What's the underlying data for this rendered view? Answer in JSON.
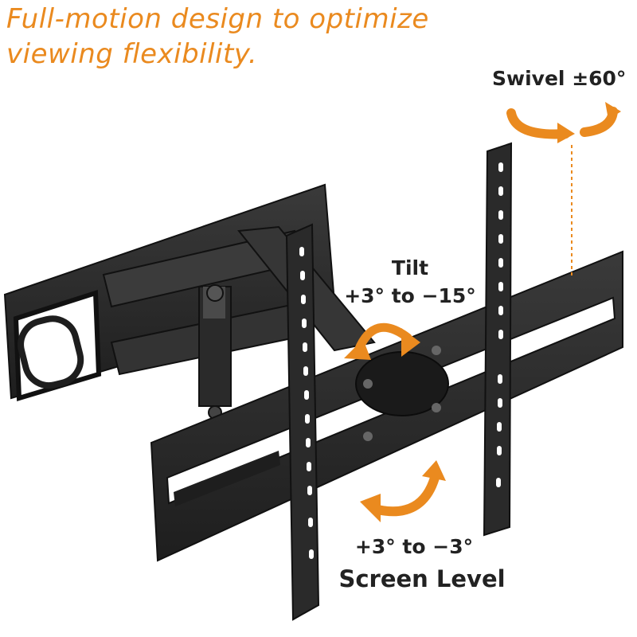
{
  "headline": {
    "line1": "Full-motion design to optimize",
    "line2": "viewing flexibility."
  },
  "labels": {
    "swivel": "Swivel ±60°",
    "tilt_title": "Tilt",
    "tilt_range": "+3° to −15°",
    "level_range": "+3° to −3°",
    "level_title": "Screen Level"
  },
  "colors": {
    "accent": "#ea8a1f",
    "metal": "#2b2b2b",
    "metal_light": "#4a4a4a",
    "text": "#222222"
  },
  "icons": [
    "swivel-arrow-icon",
    "tilt-arrow-icon",
    "level-arrow-icon"
  ]
}
